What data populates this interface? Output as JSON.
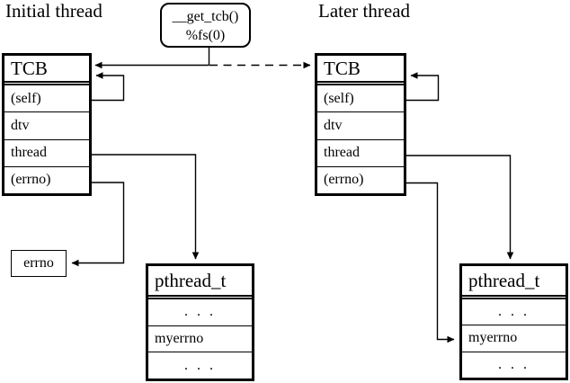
{
  "titles": {
    "initial_thread": "Initial thread",
    "later_thread": "Later thread"
  },
  "get_tcb_box": {
    "line1": "__get_tcb()",
    "line2": "%fs(0)"
  },
  "tcb": {
    "header": "TCB",
    "rows": [
      "(self)",
      "dtv",
      "thread",
      "(errno)"
    ]
  },
  "pthread_t": {
    "header": "pthread_t",
    "rows": [
      ". . .",
      "myerrno",
      ". . ."
    ]
  },
  "errno_box": {
    "label": "errno"
  },
  "arrows": [
    {
      "name": "get-tcb-to-initial-tcb",
      "from": "__get_tcb()/%fs(0)",
      "to": "Initial thread TCB",
      "style": "solid"
    },
    {
      "name": "get-tcb-to-later-tcb",
      "from": "__get_tcb()/%fs(0)",
      "to": "Later thread TCB",
      "style": "dashed"
    },
    {
      "name": "initial-self-loop",
      "from": "(self)",
      "to": "TCB",
      "style": "solid"
    },
    {
      "name": "later-self-loop",
      "from": "(self)",
      "to": "TCB",
      "style": "solid"
    },
    {
      "name": "initial-thread-pointer",
      "from": "thread",
      "to": "pthread_t",
      "style": "solid"
    },
    {
      "name": "later-thread-pointer",
      "from": "thread",
      "to": "pthread_t",
      "style": "solid"
    },
    {
      "name": "initial-errno-pointer",
      "from": "(errno)",
      "to": "errno",
      "style": "solid"
    },
    {
      "name": "later-errno-pointer",
      "from": "(errno)",
      "to": "myerrno",
      "style": "solid"
    }
  ],
  "colors": {
    "line": "#000000",
    "background": "#ffffff",
    "text": "#000000"
  }
}
